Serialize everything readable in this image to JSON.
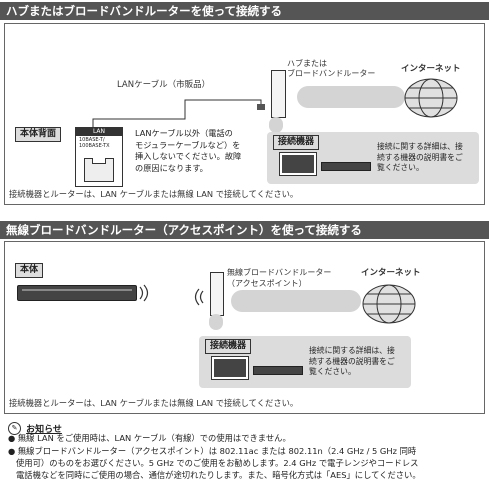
{
  "section1": {
    "heading": "ハブまたはブロードバンドルーターを使って接続する",
    "back_label": "本体背面",
    "port_label": "LAN",
    "port_spec1": "10BASE-T/",
    "port_spec2": "100BASE-TX",
    "cable_label": "LANケーブル（市販品）",
    "router_label1": "ハブまたは",
    "router_label2": "ブロードバンドルーター",
    "internet_label": "インターネット",
    "warning_lines": [
      "LANケーブル以外（電話の",
      "モジュラーケーブルなど）を",
      "挿入しないでください。故障",
      "の原因になります。"
    ],
    "device_label": "接続機器",
    "device_note_lines": [
      "接続に関する詳細は、接",
      "続する機器の説明書をご",
      "覧ください。"
    ],
    "footer": "接続機器とルーターは、LAN ケーブルまたは無線 LAN で接続してください。"
  },
  "section2": {
    "heading": "無線ブロードバンドルーター（アクセスポイント）を使って接続する",
    "unit_label": "本体",
    "router_label1": "無線ブロードバンドルーター",
    "router_label2": "（アクセスポイント）",
    "internet_label": "インターネット",
    "device_label": "接続機器",
    "device_note_lines": [
      "接続に関する詳細は、接",
      "続する機器の説明書をご",
      "覧ください。"
    ],
    "footer": "接続機器とルーターは、LAN ケーブルまたは無線 LAN で接続してください。"
  },
  "notice": {
    "title": "お知らせ",
    "line1": "● 無線 LAN をご使用時は、LAN ケーブル（有線）での使用はできません。",
    "line2": "● 無線ブロードバンドルーター（アクセスポイント）は 802.11ac または 802.11n（2.4 GHz / 5 GHz 同時",
    "line3": "使用可）のものをお選びください。5 GHz でのご使用をお勧めします。2.4 GHz で電子レンジやコードレス",
    "line4": "電話機などを同時にご使用の場合、通信が途切れたりします。また、暗号化方式は「AES」にしてください。"
  }
}
